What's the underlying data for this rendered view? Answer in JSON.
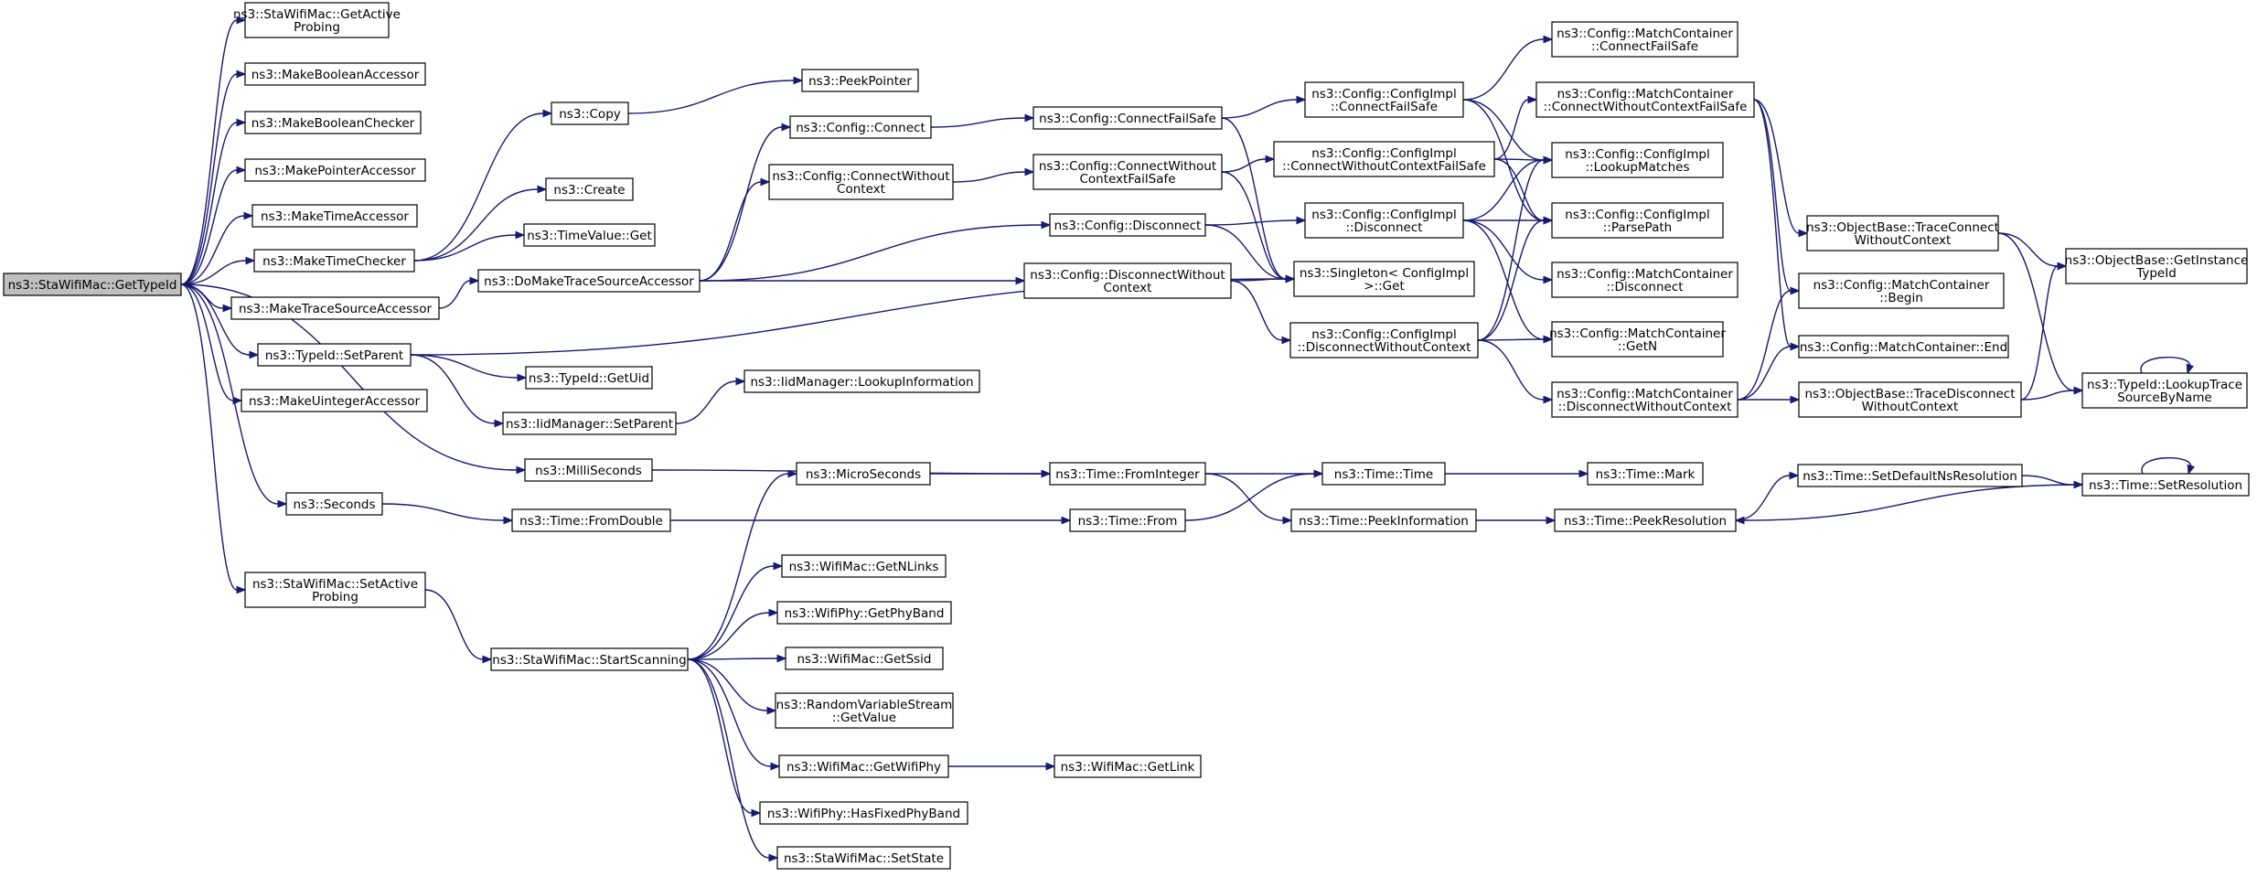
{
  "graph": {
    "type": "call-graph",
    "root": "n0",
    "colors": {
      "edge": "#191970",
      "node_border": "#000000",
      "node_fill": "#ffffff",
      "root_fill": "#bfbfbf"
    },
    "nodes": [
      {
        "id": "n0",
        "lines": [
          "ns3::StaWifiMac::GetTypeId"
        ],
        "root": true
      },
      {
        "id": "n1",
        "lines": [
          "ns3::StaWifiMac::GetActive",
          "Probing"
        ]
      },
      {
        "id": "n2",
        "lines": [
          "ns3::MakeBooleanAccessor"
        ]
      },
      {
        "id": "n3",
        "lines": [
          "ns3::MakeBooleanChecker"
        ]
      },
      {
        "id": "n4",
        "lines": [
          "ns3::MakePointerAccessor"
        ]
      },
      {
        "id": "n5",
        "lines": [
          "ns3::MakeTimeAccessor"
        ]
      },
      {
        "id": "n6",
        "lines": [
          "ns3::MakeTimeChecker"
        ]
      },
      {
        "id": "n7",
        "lines": [
          "ns3::MakeTraceSourceAccessor"
        ]
      },
      {
        "id": "n8",
        "lines": [
          "ns3::TypeId::SetParent"
        ]
      },
      {
        "id": "n9",
        "lines": [
          "ns3::MakeUintegerAccessor"
        ]
      },
      {
        "id": "n10",
        "lines": [
          "ns3::MilliSeconds"
        ]
      },
      {
        "id": "n11",
        "lines": [
          "ns3::Seconds"
        ]
      },
      {
        "id": "n12",
        "lines": [
          "ns3::StaWifiMac::SetActive",
          "Probing"
        ]
      },
      {
        "id": "n13",
        "lines": [
          "ns3::Copy"
        ]
      },
      {
        "id": "n14",
        "lines": [
          "ns3::Create"
        ]
      },
      {
        "id": "n15",
        "lines": [
          "ns3::TimeValue::Get"
        ]
      },
      {
        "id": "n16",
        "lines": [
          "ns3::DoMakeTraceSourceAccessor"
        ]
      },
      {
        "id": "n17",
        "lines": [
          "ns3::TypeId::GetUid"
        ]
      },
      {
        "id": "n18",
        "lines": [
          "ns3::IidManager::SetParent"
        ]
      },
      {
        "id": "n19",
        "lines": [
          "ns3::Time::FromDouble"
        ]
      },
      {
        "id": "n20",
        "lines": [
          "ns3::StaWifiMac::StartScanning"
        ]
      },
      {
        "id": "n21",
        "lines": [
          "ns3::PeekPointer"
        ]
      },
      {
        "id": "n22",
        "lines": [
          "ns3::Config::Connect"
        ]
      },
      {
        "id": "n23",
        "lines": [
          "ns3::Config::ConnectWithout",
          "Context"
        ]
      },
      {
        "id": "n24",
        "lines": [
          "ns3::IidManager::LookupInformation"
        ]
      },
      {
        "id": "n25",
        "lines": [
          "ns3::MicroSeconds"
        ]
      },
      {
        "id": "n26",
        "lines": [
          "ns3::WifiMac::GetNLinks"
        ]
      },
      {
        "id": "n27",
        "lines": [
          "ns3::WifiPhy::GetPhyBand"
        ]
      },
      {
        "id": "n28",
        "lines": [
          "ns3::WifiMac::GetSsid"
        ]
      },
      {
        "id": "n29",
        "lines": [
          "ns3::RandomVariableStream",
          "::GetValue"
        ]
      },
      {
        "id": "n30",
        "lines": [
          "ns3::WifiMac::GetWifiPhy"
        ]
      },
      {
        "id": "n31",
        "lines": [
          "ns3::WifiPhy::HasFixedPhyBand"
        ]
      },
      {
        "id": "n32",
        "lines": [
          "ns3::StaWifiMac::SetState"
        ]
      },
      {
        "id": "n33",
        "lines": [
          "ns3::Config::ConnectFailSafe"
        ]
      },
      {
        "id": "n34",
        "lines": [
          "ns3::Config::ConnectWithout",
          "ContextFailSafe"
        ]
      },
      {
        "id": "n35",
        "lines": [
          "ns3::Config::Disconnect"
        ]
      },
      {
        "id": "n36",
        "lines": [
          "ns3::Config::DisconnectWithout",
          "Context"
        ]
      },
      {
        "id": "n37",
        "lines": [
          "ns3::Time::FromInteger"
        ]
      },
      {
        "id": "n38",
        "lines": [
          "ns3::Time::From"
        ]
      },
      {
        "id": "n39",
        "lines": [
          "ns3::WifiMac::GetLink"
        ]
      },
      {
        "id": "n40",
        "lines": [
          "ns3::Config::ConfigImpl",
          "::ConnectFailSafe"
        ]
      },
      {
        "id": "n41",
        "lines": [
          "ns3::Config::ConfigImpl",
          "::ConnectWithoutContextFailSafe"
        ]
      },
      {
        "id": "n42",
        "lines": [
          "ns3::Config::ConfigImpl",
          "::Disconnect"
        ]
      },
      {
        "id": "n43",
        "lines": [
          "ns3::Singleton< ConfigImpl",
          ">::Get"
        ]
      },
      {
        "id": "n44",
        "lines": [
          "ns3::Config::ConfigImpl",
          "::DisconnectWithoutContext"
        ]
      },
      {
        "id": "n45",
        "lines": [
          "ns3::Time::Time"
        ]
      },
      {
        "id": "n46",
        "lines": [
          "ns3::Time::PeekInformation"
        ]
      },
      {
        "id": "n47",
        "lines": [
          "ns3::Config::MatchContainer",
          "::ConnectFailSafe"
        ]
      },
      {
        "id": "n48",
        "lines": [
          "ns3::Config::MatchContainer",
          "::ConnectWithoutContextFailSafe"
        ]
      },
      {
        "id": "n49",
        "lines": [
          "ns3::Config::ConfigImpl",
          "::LookupMatches"
        ]
      },
      {
        "id": "n50",
        "lines": [
          "ns3::Config::ConfigImpl",
          "::ParsePath"
        ]
      },
      {
        "id": "n51",
        "lines": [
          "ns3::Config::MatchContainer",
          "::Disconnect"
        ]
      },
      {
        "id": "n52",
        "lines": [
          "ns3::Config::MatchContainer",
          "::GetN"
        ]
      },
      {
        "id": "n53",
        "lines": [
          "ns3::Config::MatchContainer",
          "::DisconnectWithoutContext"
        ]
      },
      {
        "id": "n54",
        "lines": [
          "ns3::Time::Mark"
        ]
      },
      {
        "id": "n55",
        "lines": [
          "ns3::Time::PeekResolution"
        ]
      },
      {
        "id": "n56",
        "lines": [
          "ns3::ObjectBase::TraceConnect",
          "WithoutContext"
        ]
      },
      {
        "id": "n57",
        "lines": [
          "ns3::Config::MatchContainer",
          "::Begin"
        ]
      },
      {
        "id": "n58",
        "lines": [
          "ns3::Config::MatchContainer::End"
        ]
      },
      {
        "id": "n59",
        "lines": [
          "ns3::ObjectBase::TraceDisconnect",
          "WithoutContext"
        ]
      },
      {
        "id": "n60",
        "lines": [
          "ns3::Time::SetDefaultNsResolution"
        ]
      },
      {
        "id": "n61",
        "lines": [
          "ns3::ObjectBase::GetInstance",
          "TypeId"
        ]
      },
      {
        "id": "n62",
        "lines": [
          "ns3::TypeId::LookupTrace",
          "SourceByName"
        ]
      },
      {
        "id": "n63",
        "lines": [
          "ns3::Time::SetResolution"
        ]
      }
    ],
    "edges": [
      [
        "n0",
        "n1"
      ],
      [
        "n0",
        "n2"
      ],
      [
        "n0",
        "n3"
      ],
      [
        "n0",
        "n4"
      ],
      [
        "n0",
        "n5"
      ],
      [
        "n0",
        "n6"
      ],
      [
        "n0",
        "n7"
      ],
      [
        "n0",
        "n8"
      ],
      [
        "n0",
        "n9"
      ],
      [
        "n0",
        "n10"
      ],
      [
        "n0",
        "n11"
      ],
      [
        "n0",
        "n12"
      ],
      [
        "n6",
        "n13"
      ],
      [
        "n6",
        "n14"
      ],
      [
        "n6",
        "n15"
      ],
      [
        "n13",
        "n21"
      ],
      [
        "n7",
        "n16"
      ],
      [
        "n16",
        "n22"
      ],
      [
        "n16",
        "n23"
      ],
      [
        "n16",
        "n35"
      ],
      [
        "n16",
        "n36"
      ],
      [
        "n8",
        "n17"
      ],
      [
        "n8",
        "n18"
      ],
      [
        "n8",
        "n43"
      ],
      [
        "n18",
        "n24"
      ],
      [
        "n10",
        "n37"
      ],
      [
        "n11",
        "n19"
      ],
      [
        "n19",
        "n38"
      ],
      [
        "n12",
        "n20"
      ],
      [
        "n20",
        "n25"
      ],
      [
        "n20",
        "n26"
      ],
      [
        "n20",
        "n27"
      ],
      [
        "n20",
        "n28"
      ],
      [
        "n20",
        "n29"
      ],
      [
        "n20",
        "n30"
      ],
      [
        "n20",
        "n31"
      ],
      [
        "n20",
        "n32"
      ],
      [
        "n30",
        "n39"
      ],
      [
        "n25",
        "n37"
      ],
      [
        "n22",
        "n33"
      ],
      [
        "n23",
        "n34"
      ],
      [
        "n33",
        "n40"
      ],
      [
        "n33",
        "n43"
      ],
      [
        "n34",
        "n41"
      ],
      [
        "n34",
        "n43"
      ],
      [
        "n35",
        "n42"
      ],
      [
        "n35",
        "n43"
      ],
      [
        "n36",
        "n43"
      ],
      [
        "n36",
        "n44"
      ],
      [
        "n37",
        "n45"
      ],
      [
        "n37",
        "n46"
      ],
      [
        "n38",
        "n45"
      ],
      [
        "n40",
        "n47"
      ],
      [
        "n40",
        "n49"
      ],
      [
        "n40",
        "n50"
      ],
      [
        "n41",
        "n48"
      ],
      [
        "n41",
        "n49"
      ],
      [
        "n41",
        "n50"
      ],
      [
        "n42",
        "n49"
      ],
      [
        "n42",
        "n50"
      ],
      [
        "n42",
        "n51"
      ],
      [
        "n42",
        "n52"
      ],
      [
        "n44",
        "n49"
      ],
      [
        "n44",
        "n50"
      ],
      [
        "n44",
        "n52"
      ],
      [
        "n44",
        "n53"
      ],
      [
        "n45",
        "n54"
      ],
      [
        "n46",
        "n55"
      ],
      [
        "n48",
        "n56"
      ],
      [
        "n48",
        "n57"
      ],
      [
        "n48",
        "n58"
      ],
      [
        "n53",
        "n57"
      ],
      [
        "n53",
        "n58"
      ],
      [
        "n53",
        "n59"
      ],
      [
        "n56",
        "n61"
      ],
      [
        "n56",
        "n62"
      ],
      [
        "n59",
        "n61"
      ],
      [
        "n59",
        "n62"
      ],
      [
        "n55",
        "n60"
      ],
      [
        "n60",
        "n63"
      ],
      [
        "n63",
        "n55"
      ],
      [
        "n62",
        "n62"
      ],
      [
        "n63",
        "n63"
      ]
    ]
  }
}
